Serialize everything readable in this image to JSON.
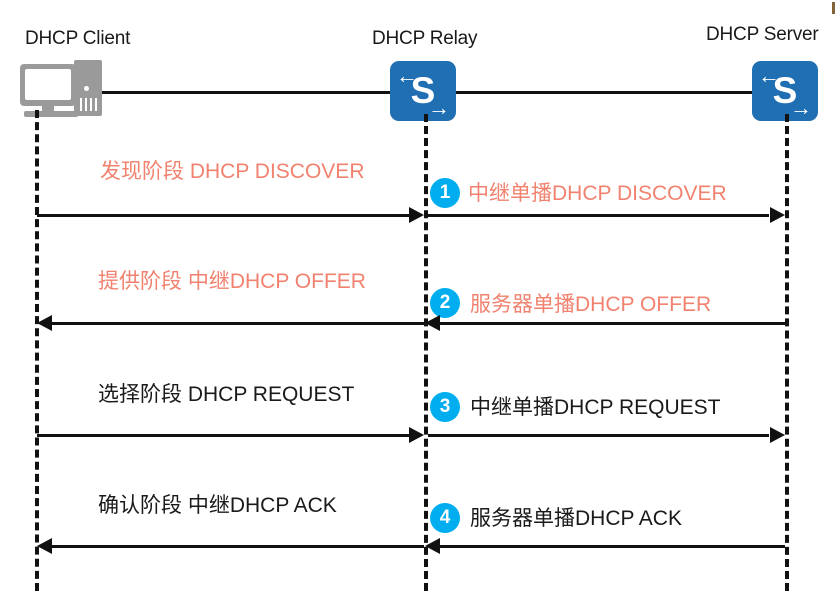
{
  "diagram": {
    "title": "DHCP Relay sequence diagram",
    "colors": {
      "accent_text": "#f1826f",
      "badge": "#00aeef",
      "switch": "#1f6fb2",
      "line": "#111111",
      "client_icon": "#9a9a9a"
    }
  },
  "nodes": [
    {
      "id": "client",
      "label": "DHCP Client",
      "icon": "desktop-computer-icon"
    },
    {
      "id": "relay",
      "label": "DHCP Relay",
      "icon": "switch-icon"
    },
    {
      "id": "server",
      "label": "DHCP Server",
      "icon": "switch-icon"
    }
  ],
  "messages": [
    {
      "step": "1",
      "left_text": "发现阶段 DHCP DISCOVER",
      "right_text": "中继单播DHCP DISCOVER",
      "direction": "right",
      "color": "accent"
    },
    {
      "step": "2",
      "left_text": "提供阶段  中继DHCP OFFER",
      "right_text": "服务器单播DHCP OFFER",
      "direction": "left",
      "color": "accent"
    },
    {
      "step": "3",
      "left_text": "选择阶段 DHCP REQUEST",
      "right_text": "中继单播DHCP REQUEST",
      "direction": "right",
      "color": "plain"
    },
    {
      "step": "4",
      "left_text": "确认阶段 中继DHCP ACK",
      "right_text": "服务器单播DHCP ACK",
      "direction": "left",
      "color": "plain"
    }
  ],
  "switch_glyphs": {
    "letter": "S",
    "arrow_in": "←",
    "arrow_out": "→"
  }
}
